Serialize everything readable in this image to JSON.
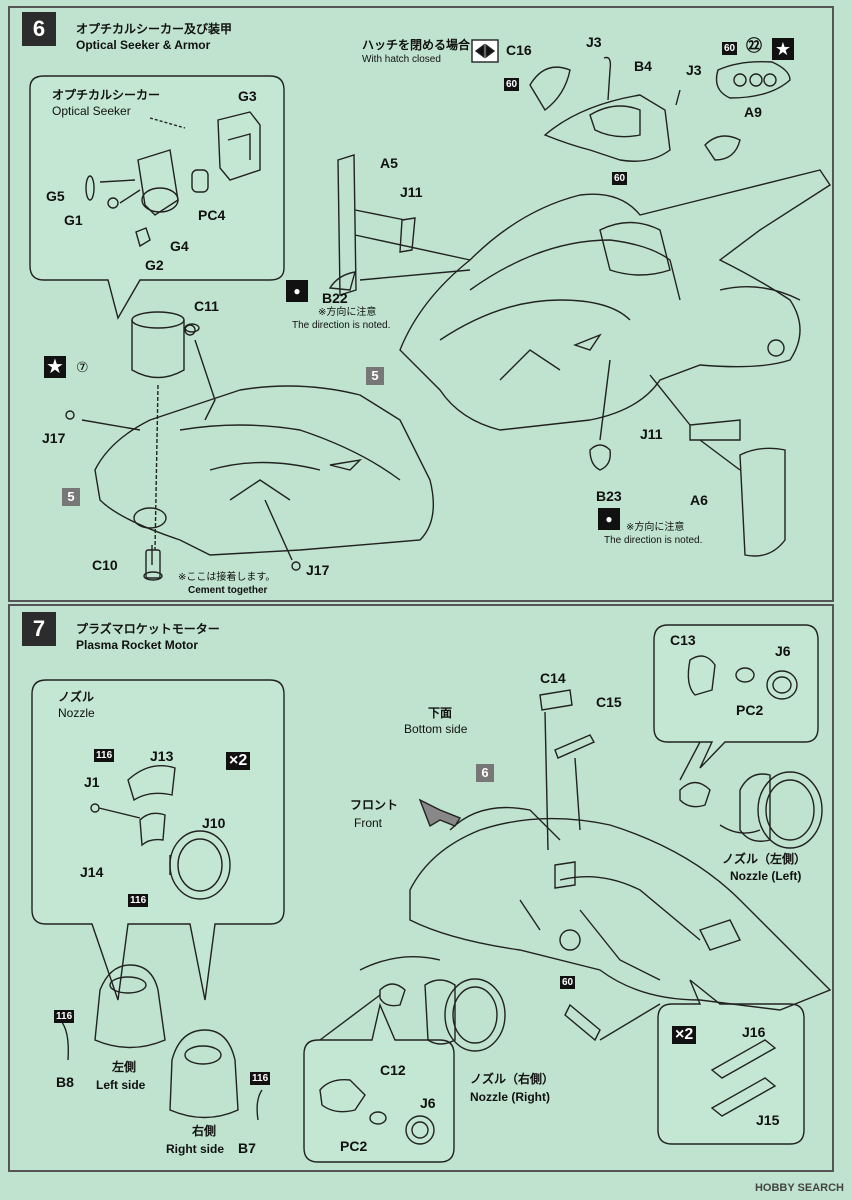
{
  "step6": {
    "number": "6",
    "title_jp": "オプチカルシーカー及び装甲",
    "title_en": "Optical Seeker & Armor",
    "subbox_jp": "オプチカルシーカー",
    "subbox_en": "Optical Seeker",
    "hatch_jp": "ハッチを閉める場合",
    "hatch_en": "With hatch closed",
    "note_jp": "※方向に注意",
    "note_en": "The direction is noted.",
    "cement_jp": "※ここは接着します。",
    "cement_en": "Cement together",
    "ref_step": "5",
    "star_count": "⑦",
    "decal_a": "60",
    "decal_b": "㉒",
    "parts": {
      "G3": "G3",
      "G5": "G5",
      "G1": "G1",
      "G4": "G4",
      "G2": "G2",
      "PC4": "PC4",
      "C11": "C11",
      "J17": "J17",
      "C10": "C10",
      "C16": "C16",
      "J3": "J3",
      "B4": "B4",
      "A9": "A9",
      "A5": "A5",
      "J11": "J11",
      "B22": "B22",
      "B23": "B23",
      "A6": "A6"
    }
  },
  "step7": {
    "number": "7",
    "title_jp": "プラズマロケットモーター",
    "title_en": "Plasma Rocket Motor",
    "nozzle_jp": "ノズル",
    "nozzle_en": "Nozzle",
    "times2": "×2",
    "left_jp": "左側",
    "left_en": "Left side",
    "right_jp": "右側",
    "right_en": "Right side",
    "bottom_jp": "下面",
    "bottom_en": "Bottom side",
    "front_jp": "フロント",
    "front_en": "Front",
    "nozzle_left_jp": "ノズル（左側）",
    "nozzle_left_en": "Nozzle (Left)",
    "nozzle_right_jp": "ノズル（右側）",
    "nozzle_right_en": "Nozzle (Right)",
    "ref_step": "6",
    "paint_116": "116",
    "paint_60": "60",
    "parts": {
      "J13": "J13",
      "J1": "J1",
      "J10": "J10",
      "J14": "J14",
      "B8": "B8",
      "B7": "B7",
      "C14": "C14",
      "C15": "C15",
      "C13": "C13",
      "J6": "J6",
      "PC2": "PC2",
      "C12": "C12",
      "J16": "J16",
      "J15": "J15"
    }
  },
  "watermark": "HOBBY SEARCH"
}
